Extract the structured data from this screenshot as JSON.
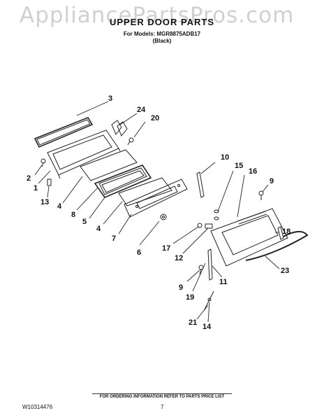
{
  "watermark": "AppliancePartsPros.com",
  "header": {
    "title": "UPPER DOOR PARTS",
    "model_line": "For Models: MGR8875ADB17",
    "color_line": "(Black)"
  },
  "callouts": [
    "3",
    "24",
    "20",
    "2",
    "1",
    "13",
    "4",
    "8",
    "5",
    "4",
    "7",
    "6",
    "10",
    "15",
    "16",
    "9",
    "18",
    "17",
    "12",
    "11",
    "23",
    "9",
    "19",
    "21",
    "14"
  ],
  "footer": {
    "note": "FOR ORDERING INFORMATION REFER TO PARTS PRICE LIST",
    "doc_number": "W10314476",
    "page_number": "7"
  }
}
